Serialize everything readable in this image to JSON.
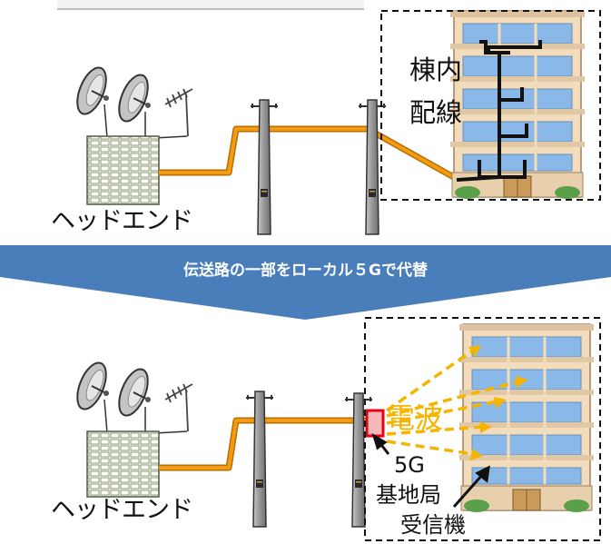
{
  "top": {
    "headend_label": "ヘッドエンド",
    "inbuilding_label_line1": "棟内",
    "inbuilding_label_line2": "配線"
  },
  "transition": {
    "banner_text": "伝送路の一部をローカル５Gで代替"
  },
  "bottom": {
    "headend_label": "ヘッドエンド",
    "radio_wave_label": "電波",
    "receiver_label_line1": "5G",
    "receiver_label_line2": "基地局",
    "receiver_label_line3": "受信機"
  },
  "colors": {
    "cable": "#f39c12",
    "cable_edge": "#b86d00",
    "banner": "#4a7ebb",
    "radio_wave": "#f5b400",
    "receiver_box": "#e60012",
    "building_wall": "#f3dcbc",
    "building_window": "#8ab8e8"
  }
}
